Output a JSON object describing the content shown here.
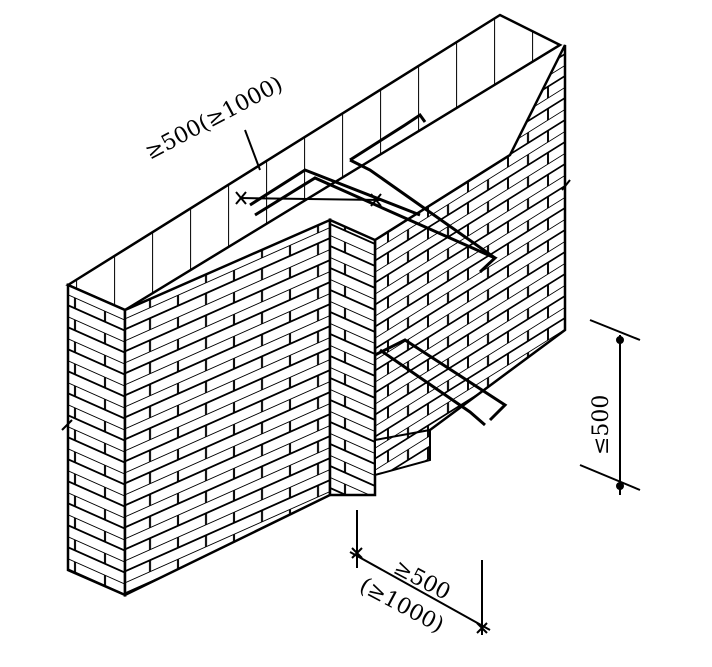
{
  "figure": {
    "top_label": "≥500(≥1000)",
    "right_label": "≤500",
    "bottom_label_1": "≥500",
    "bottom_label_2": "(≥1000)",
    "colors": {
      "ink": "#000000",
      "paper": "#ffffff"
    }
  }
}
